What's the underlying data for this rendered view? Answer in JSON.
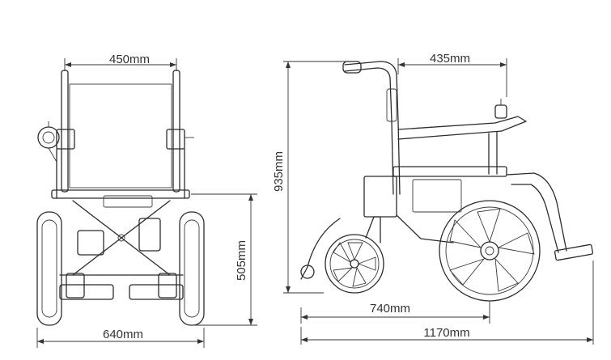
{
  "dimensions": {
    "front_seat_width": "450mm",
    "front_overall_width": "640mm",
    "front_seat_height": "505mm",
    "side_height": "935mm",
    "side_seat_depth": "435mm",
    "side_wheelbase": "740mm",
    "side_overall_length": "1170mm"
  },
  "colors": {
    "line": "#2b2b2b",
    "background": "#ffffff"
  }
}
